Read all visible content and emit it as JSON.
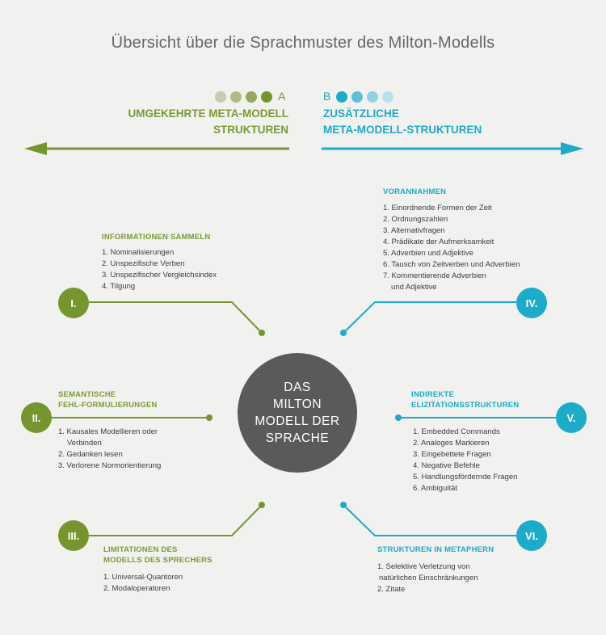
{
  "title": "Übersicht über die Sprachmuster des Milton-Modells",
  "left_group": {
    "letter": "A",
    "heading_line1": "UMGEKEHRTE META-MODELL",
    "heading_line2": "STRUKTUREN",
    "color": "#75962e"
  },
  "right_group": {
    "letter": "B",
    "heading_line1": "ZUSÄTZLICHE",
    "heading_line2": "META-MODELL-STRUKTUREN",
    "color": "#1cabc8"
  },
  "center": {
    "line1": "DAS",
    "line2": "MILTON",
    "line3": "MODELL DER",
    "line4": "SPRACHE"
  },
  "sections": {
    "s1": {
      "numeral": "I.",
      "title": "INFORMATIONEN SAMMELN",
      "items": [
        "1. Nominalisierungen",
        "2. Unspezifische Verben",
        "3. Unspezifischer Vergleichsindex",
        "4. Tilgung"
      ]
    },
    "s2": {
      "numeral": "II.",
      "title_line1": "SEMANTISCHE",
      "title_line2": "FEHL-FORMULIERUNGEN",
      "items": [
        "1. Kausales Modellieren oder",
        "Verbinden",
        "2. Gedanken lesen",
        "3. Verlorene Normorientierung"
      ]
    },
    "s3": {
      "numeral": "III.",
      "title_line1": "LIMITATIONEN DES",
      "title_line2": "MODELLS DES SPRECHERS",
      "items": [
        "1. Universal-Quantoren",
        "2. Modaloperatoren"
      ]
    },
    "s4": {
      "numeral": "IV.",
      "title": "VORANNAHMEN",
      "items": [
        "1. Einordnende Formen der Zeit",
        "2. Ordnungszahlen",
        "3. Alternativfragen",
        "4. Prädikate der Aufmerksamkeit",
        "5. Adverbien und Adjektive",
        "6. Tausch von Zeitverben und Adverbien",
        "7. Kommentierende Adverbien",
        "und Adjektive"
      ]
    },
    "s5": {
      "numeral": "V.",
      "title_line1": "INDIREKTE",
      "title_line2": "ELIZITATIONSSTRUKTUREN",
      "items": [
        "1. Embedded Commands",
        "2. Analoges Markieren",
        "3. Eingebettete Fragen",
        "4. Negative Befehle",
        "5. Handlungsfördernde Fragen",
        "6. Ambiguität"
      ]
    },
    "s6": {
      "numeral": "VI.",
      "title": "STRUKTUREN IN METAPHERN",
      "items": [
        "1. Selektive Verletzung von",
        "natürlichen Einschränkungen",
        "2. Zitate"
      ]
    }
  }
}
